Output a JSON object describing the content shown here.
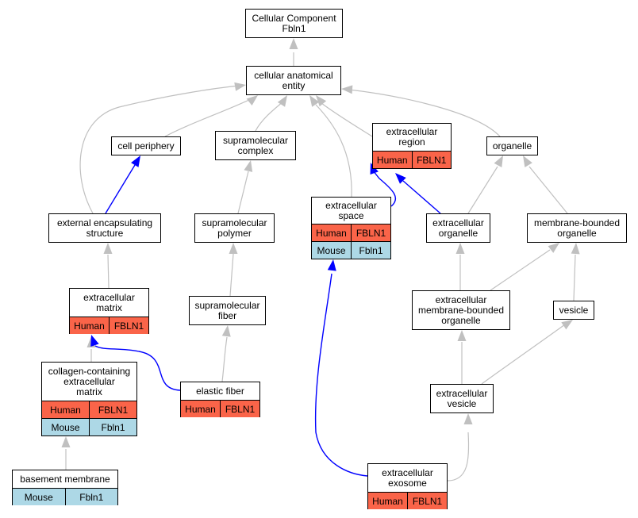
{
  "graph": {
    "colors": {
      "is_a_edge": "#c0c0c0",
      "annotated_edge": "#0000ff",
      "human_row": "#fa6449",
      "mouse_row": "#add8e6"
    },
    "nodes": [
      {
        "id": "root",
        "label": "Cellular Component\nFbln1",
        "orthologs": []
      },
      {
        "id": "cae",
        "label": "cellular anatomical\nentity",
        "orthologs": []
      },
      {
        "id": "cellper",
        "label": "cell periphery",
        "orthologs": []
      },
      {
        "id": "supcomplex",
        "label": "supramolecular\ncomplex",
        "orthologs": []
      },
      {
        "id": "ecregion",
        "label": "extracellular\nregion",
        "orthologs": [
          {
            "species": "Human",
            "gene": "FBLN1"
          }
        ]
      },
      {
        "id": "organelle",
        "label": "organelle",
        "orthologs": []
      },
      {
        "id": "ecstruct",
        "label": "external encapsulating\nstructure",
        "orthologs": []
      },
      {
        "id": "suppolymer",
        "label": "supramolecular\npolymer",
        "orthologs": []
      },
      {
        "id": "ecspace",
        "label": "extracellular\nspace",
        "orthologs": [
          {
            "species": "Human",
            "gene": "FBLN1"
          },
          {
            "species": "Mouse",
            "gene": "Fbln1"
          }
        ]
      },
      {
        "id": "ecorganelle",
        "label": "extracellular\norganelle",
        "orthologs": []
      },
      {
        "id": "mborganelle",
        "label": "membrane-bounded\norganelle",
        "orthologs": []
      },
      {
        "id": "ecmatrix",
        "label": "extracellular\nmatrix",
        "orthologs": [
          {
            "species": "Human",
            "gene": "FBLN1"
          }
        ]
      },
      {
        "id": "supfiber",
        "label": "supramolecular\nfiber",
        "orthologs": []
      },
      {
        "id": "ecmborg",
        "label": "extracellular\nmembrane-bounded\norganelle",
        "orthologs": []
      },
      {
        "id": "vesicle",
        "label": "vesicle",
        "orthologs": []
      },
      {
        "id": "collagen",
        "label": "collagen-containing\nextracellular\nmatrix",
        "orthologs": [
          {
            "species": "Human",
            "gene": "FBLN1"
          },
          {
            "species": "Mouse",
            "gene": "Fbln1"
          }
        ]
      },
      {
        "id": "elastic",
        "label": "elastic fiber",
        "orthologs": [
          {
            "species": "Human",
            "gene": "FBLN1"
          }
        ]
      },
      {
        "id": "ecvesicle",
        "label": "extracellular\nvesicle",
        "orthologs": []
      },
      {
        "id": "basement",
        "label": "basement membrane",
        "orthologs": [
          {
            "species": "Mouse",
            "gene": "Fbln1"
          }
        ]
      },
      {
        "id": "exosome",
        "label": "extracellular\nexosome",
        "orthologs": [
          {
            "species": "Human",
            "gene": "FBLN1"
          }
        ]
      }
    ],
    "edges": [
      {
        "from": "cae",
        "to": "root",
        "type": "is_a"
      },
      {
        "from": "cellper",
        "to": "cae",
        "type": "is_a"
      },
      {
        "from": "supcomplex",
        "to": "cae",
        "type": "is_a"
      },
      {
        "from": "ecregion",
        "to": "cae",
        "type": "is_a"
      },
      {
        "from": "organelle",
        "to": "cae",
        "type": "is_a"
      },
      {
        "from": "ecstruct",
        "to": "cae",
        "type": "is_a"
      },
      {
        "from": "ecspace",
        "to": "cae",
        "type": "is_a"
      },
      {
        "from": "ecstruct",
        "to": "cellper",
        "type": "annotated"
      },
      {
        "from": "suppolymer",
        "to": "supcomplex",
        "type": "is_a"
      },
      {
        "from": "ecspace",
        "to": "ecregion",
        "type": "annotated"
      },
      {
        "from": "ecorganelle",
        "to": "ecregion",
        "type": "annotated"
      },
      {
        "from": "ecorganelle",
        "to": "organelle",
        "type": "is_a"
      },
      {
        "from": "mborganelle",
        "to": "organelle",
        "type": "is_a"
      },
      {
        "from": "ecmatrix",
        "to": "ecstruct",
        "type": "is_a"
      },
      {
        "from": "supfiber",
        "to": "suppolymer",
        "type": "is_a"
      },
      {
        "from": "ecmborg",
        "to": "ecorganelle",
        "type": "is_a"
      },
      {
        "from": "ecmborg",
        "to": "mborganelle",
        "type": "is_a"
      },
      {
        "from": "vesicle",
        "to": "mborganelle",
        "type": "is_a"
      },
      {
        "from": "collagen",
        "to": "ecmatrix",
        "type": "is_a"
      },
      {
        "from": "elastic",
        "to": "ecmatrix",
        "type": "annotated"
      },
      {
        "from": "elastic",
        "to": "supfiber",
        "type": "is_a"
      },
      {
        "from": "ecvesicle",
        "to": "ecmborg",
        "type": "is_a"
      },
      {
        "from": "ecvesicle",
        "to": "vesicle",
        "type": "is_a"
      },
      {
        "from": "basement",
        "to": "collagen",
        "type": "is_a"
      },
      {
        "from": "exosome",
        "to": "ecvesicle",
        "type": "is_a"
      },
      {
        "from": "exosome",
        "to": "ecspace",
        "type": "annotated"
      }
    ]
  }
}
